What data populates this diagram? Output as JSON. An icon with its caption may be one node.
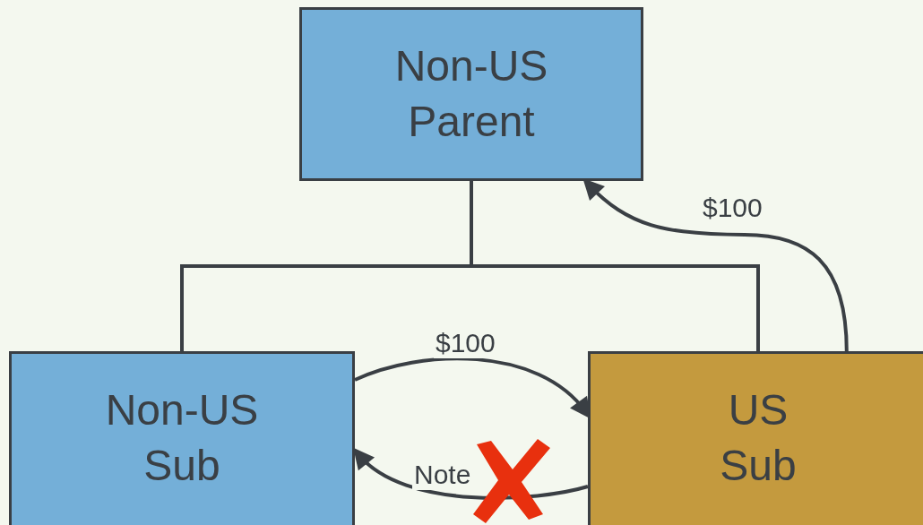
{
  "diagram": {
    "nodes": [
      {
        "text": [
          "Non-US Parent"
        ]
      },
      {
        "text": [
          "Non-US Sub"
        ]
      },
      {
        "text": [
          "US Sub"
        ]
      }
    ],
    "edges": [
      {
        "from": 0,
        "to": 1,
        "arrow": "none"
      },
      {
        "from": 0,
        "to": 2,
        "arrow": "none"
      },
      {
        "from": 2,
        "to": 0,
        "arrow": "to",
        "label": "$100"
      },
      {
        "from": 1,
        "to": 2,
        "arrow": "to",
        "label": "$100"
      },
      {
        "from": 2,
        "to": 1,
        "arrow": "to",
        "label": "Note"
      }
    ]
  }
}
